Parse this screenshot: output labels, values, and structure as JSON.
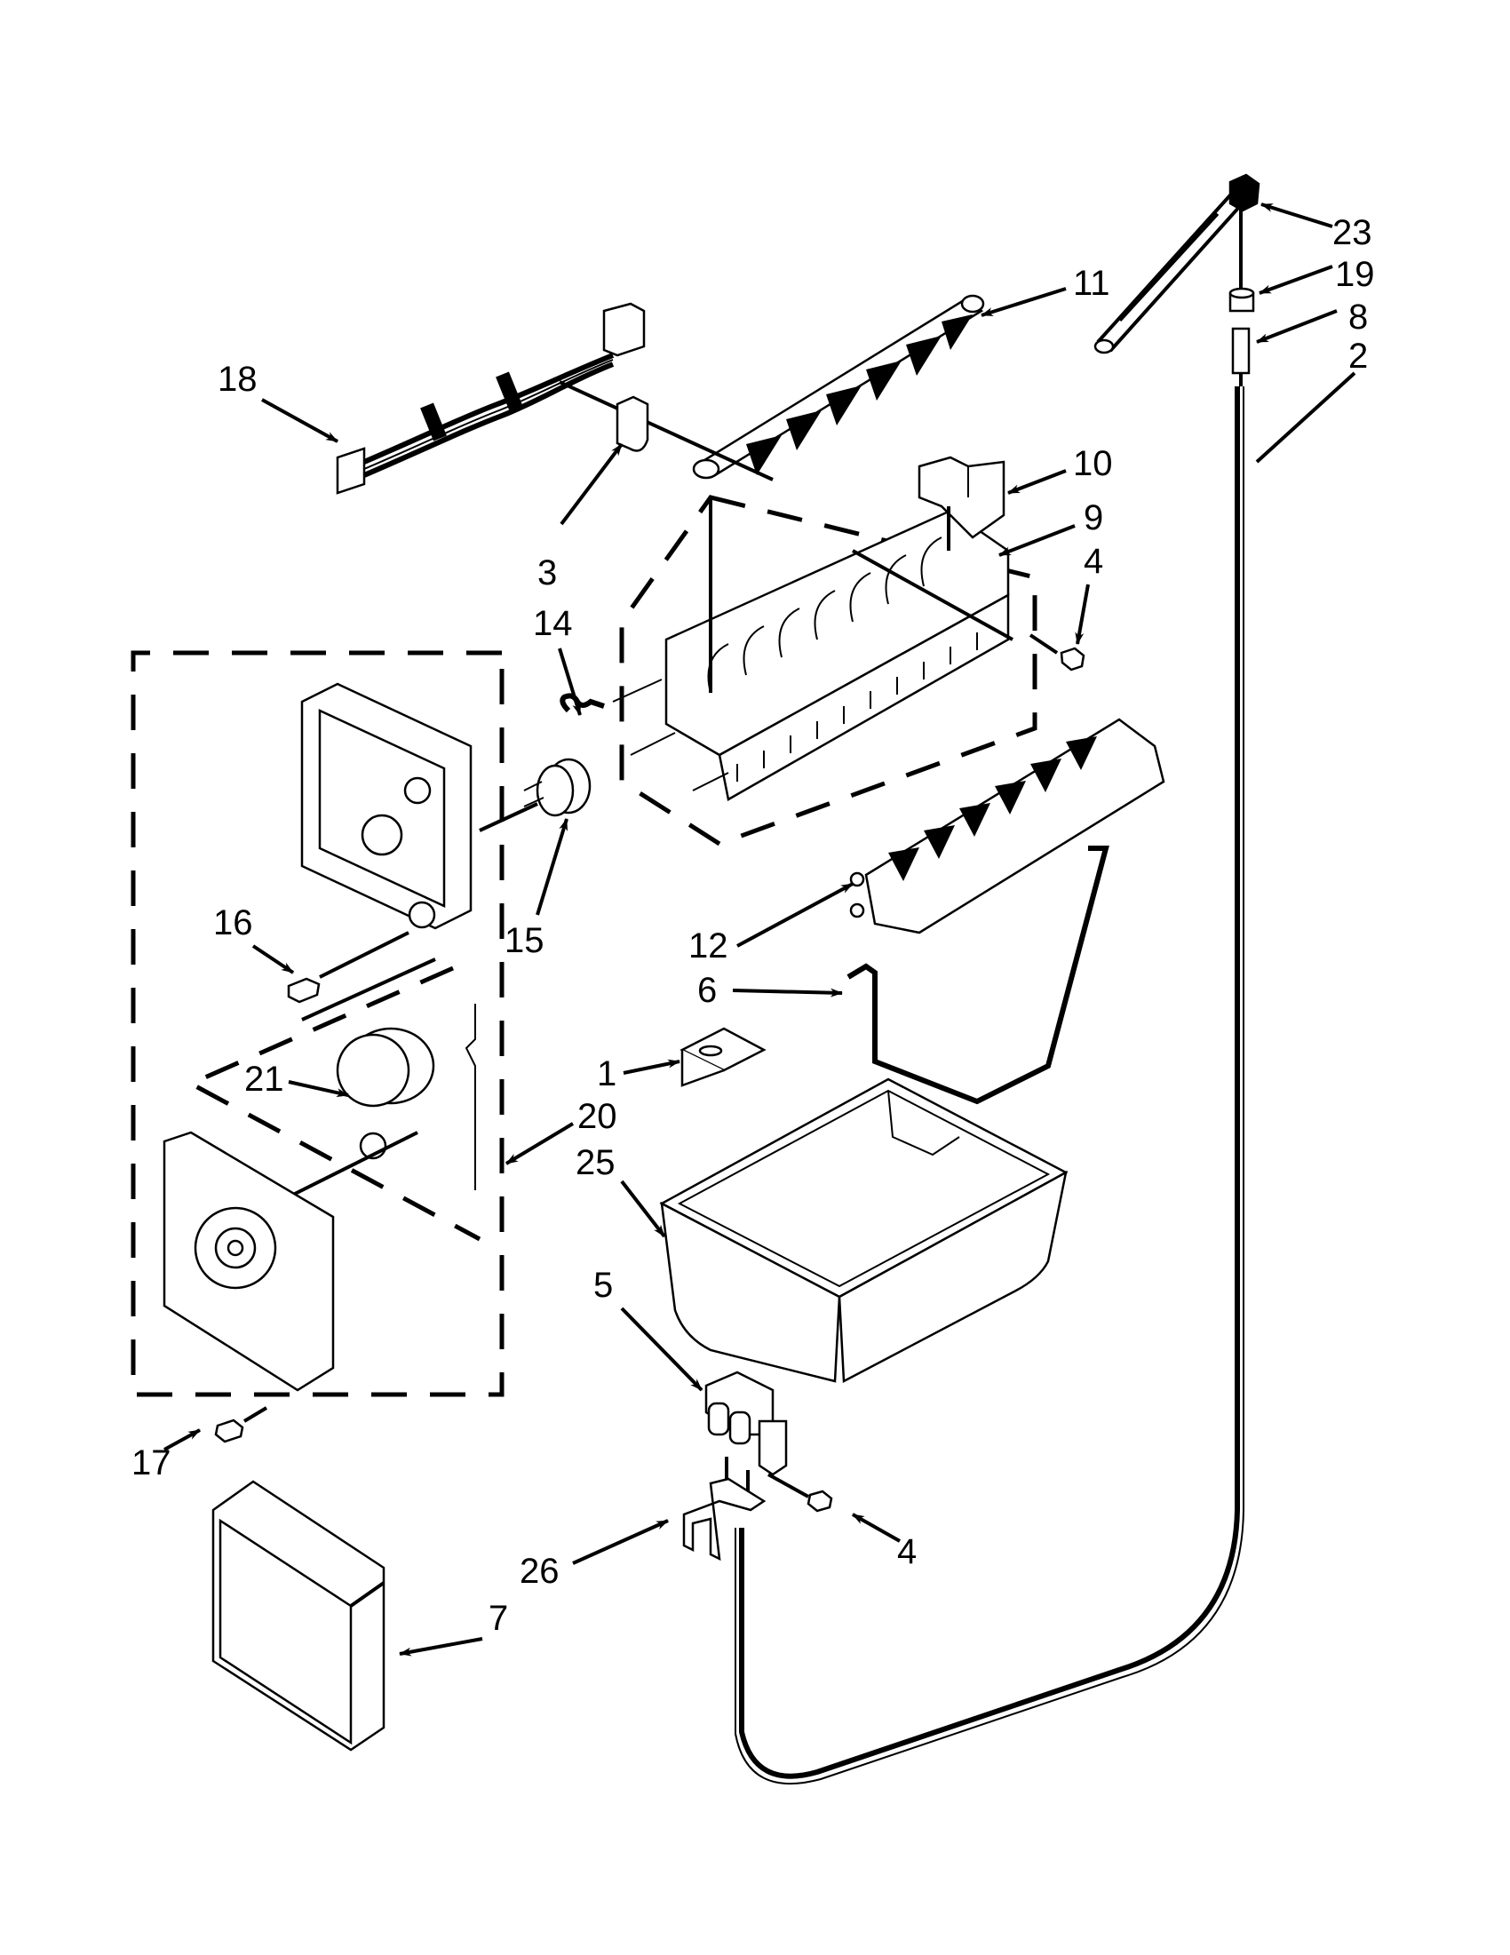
{
  "diagram": {
    "type": "exploded-parts-view",
    "subject": "icemaker assembly",
    "background": "#ffffff",
    "ink": "#000000",
    "callouts": [
      {
        "id": "c23",
        "label": "23",
        "part": "fill-tube-bracket"
      },
      {
        "id": "c19",
        "label": "19",
        "part": "clamp"
      },
      {
        "id": "c8",
        "label": "8",
        "part": "tube-connector"
      },
      {
        "id": "c2",
        "label": "2",
        "part": "water-tube"
      },
      {
        "id": "c11",
        "label": "11",
        "part": "ejector"
      },
      {
        "id": "c18",
        "label": "18",
        "part": "wire-harness"
      },
      {
        "id": "c10",
        "label": "10",
        "part": "fill-cup"
      },
      {
        "id": "c9",
        "label": "9",
        "part": "shaft"
      },
      {
        "id": "c4a",
        "label": "4",
        "part": "screw-upper"
      },
      {
        "id": "c3",
        "label": "3",
        "part": "clip"
      },
      {
        "id": "c14",
        "label": "14",
        "part": "thermostat-clip"
      },
      {
        "id": "c15",
        "label": "15",
        "part": "thermostat"
      },
      {
        "id": "c16",
        "label": "16",
        "part": "screw-module"
      },
      {
        "id": "c12",
        "label": "12",
        "part": "stripper"
      },
      {
        "id": "c6",
        "label": "6",
        "part": "shutoff-arm"
      },
      {
        "id": "c1",
        "label": "1",
        "part": "bracket"
      },
      {
        "id": "c21",
        "label": "21",
        "part": "motor"
      },
      {
        "id": "c20",
        "label": "20",
        "part": "control-module"
      },
      {
        "id": "c25",
        "label": "25",
        "part": "ice-bin"
      },
      {
        "id": "c5",
        "label": "5",
        "part": "water-valve"
      },
      {
        "id": "c17",
        "label": "17",
        "part": "screw-cover"
      },
      {
        "id": "c4b",
        "label": "4",
        "part": "screw-valve"
      },
      {
        "id": "c26",
        "label": "26",
        "part": "valve-bracket"
      },
      {
        "id": "c7",
        "label": "7",
        "part": "cover"
      }
    ]
  }
}
